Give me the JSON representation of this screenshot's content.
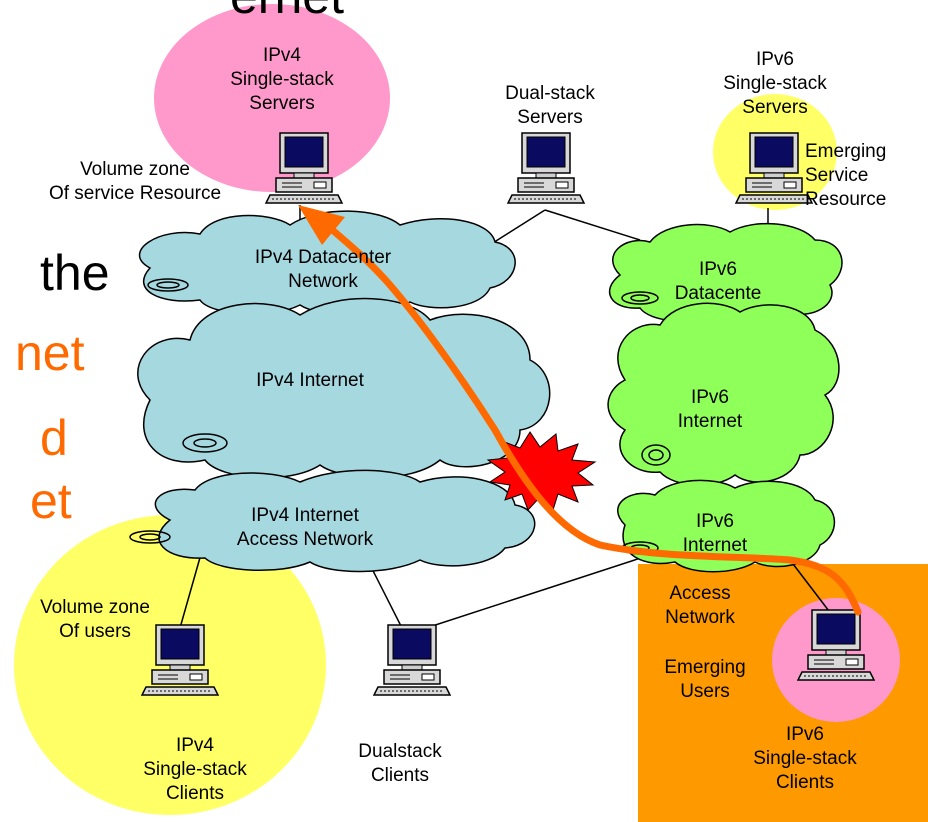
{
  "slide_title_fragment": "ernet",
  "left_text": {
    "line1": "the",
    "line2": "net",
    "line3": "d",
    "line4": "et",
    "accent_color": "#ff6a00"
  },
  "colors": {
    "ipv4_cloud": "#a6d8e0",
    "ipv6_cloud": "#8fff5a",
    "ipv4_servers_zone": "#ff99cc",
    "ipv6_servers_zone": "#ffff66",
    "ipv4_users_zone": "#ffff66",
    "emerging_users_box": "#ff9900",
    "ipv6_clients_zone": "#ff99cc",
    "attack_path": "#ff6a00",
    "burst": "#ff0000"
  },
  "labels": {
    "ipv4_servers": "IPv4\nSingle-stack\nServers",
    "dual_stack_servers": "Dual-stack\nServers",
    "ipv6_servers": "IPv6\nSingle-stack\nServers",
    "volume_zone_service": "Volume zone\nOf service Resource",
    "emerging_service": "Emerging\nService\nResource",
    "ipv4_datacenter": "IPv4 Datacenter\nNetwork",
    "ipv6_datacenter": "IPv6\nDatacente",
    "ipv4_internet": "IPv4 Internet",
    "ipv6_internet": "IPv6\nInternet",
    "ipv4_access": "IPv4 Internet\nAccess Network",
    "ipv6_access_top": "IPv6\nInternet",
    "ipv6_access_bottom": "Access\nNetwork",
    "volume_zone_users": "Volume zone\nOf users",
    "ipv4_clients": "IPv4\nSingle-stack\nClients",
    "dualstack_clients": "Dualstack\nClients",
    "emerging_users": "Emerging\nUsers",
    "ipv6_clients": "IPv6\nSingle-stack\nClients"
  }
}
